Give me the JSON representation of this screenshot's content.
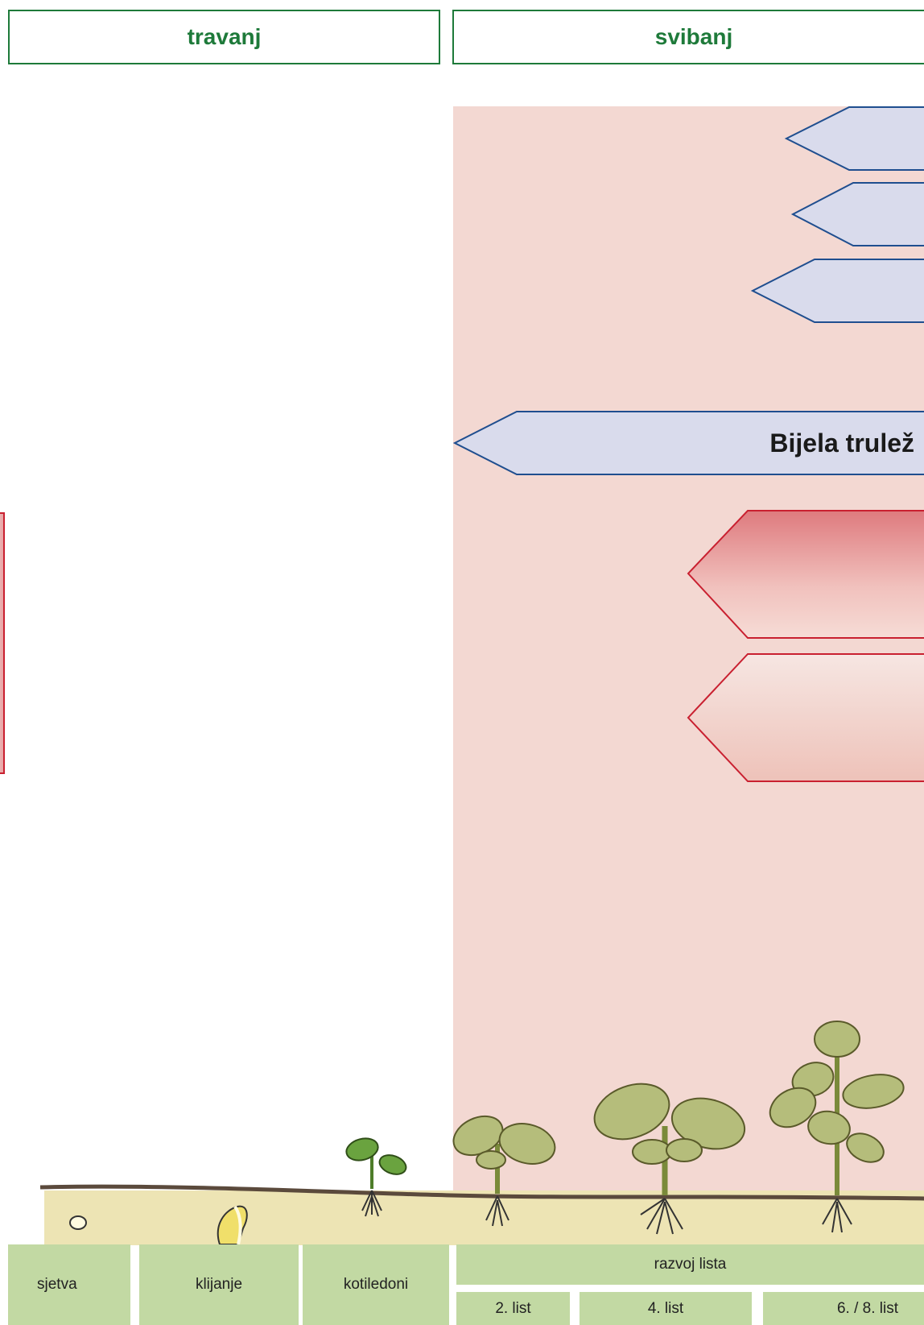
{
  "months": [
    "travanj",
    "svibanj"
  ],
  "risk_label": "Bijela trulež",
  "stages": {
    "sjetva": "sjetva",
    "klijanje": "klijanje",
    "kotiledoni": "kotiledoni",
    "razvoj_lista": "razvoj lista",
    "list_2": "2. list",
    "list_4": "4. list",
    "list_6_8": "6. / 8. list"
  },
  "colors": {
    "month_green": "#1e7a3a",
    "risk_zone_pink": "#f3d8d2",
    "blue_arrow_fill": "#d9dbec",
    "blue_arrow_stroke": "#1f4e8f",
    "red_arrow_stroke": "#c92030",
    "soil": "#ede4b4",
    "plant_leaf": "#b5bd7b",
    "stage_cell": "#c2d9a3"
  },
  "icons": [
    "seed-icon",
    "germinating-seed-icon",
    "seedling-cotyledon-icon",
    "plant-2-leaf-icon",
    "plant-4-leaf-icon",
    "plant-6-8-leaf-icon"
  ]
}
